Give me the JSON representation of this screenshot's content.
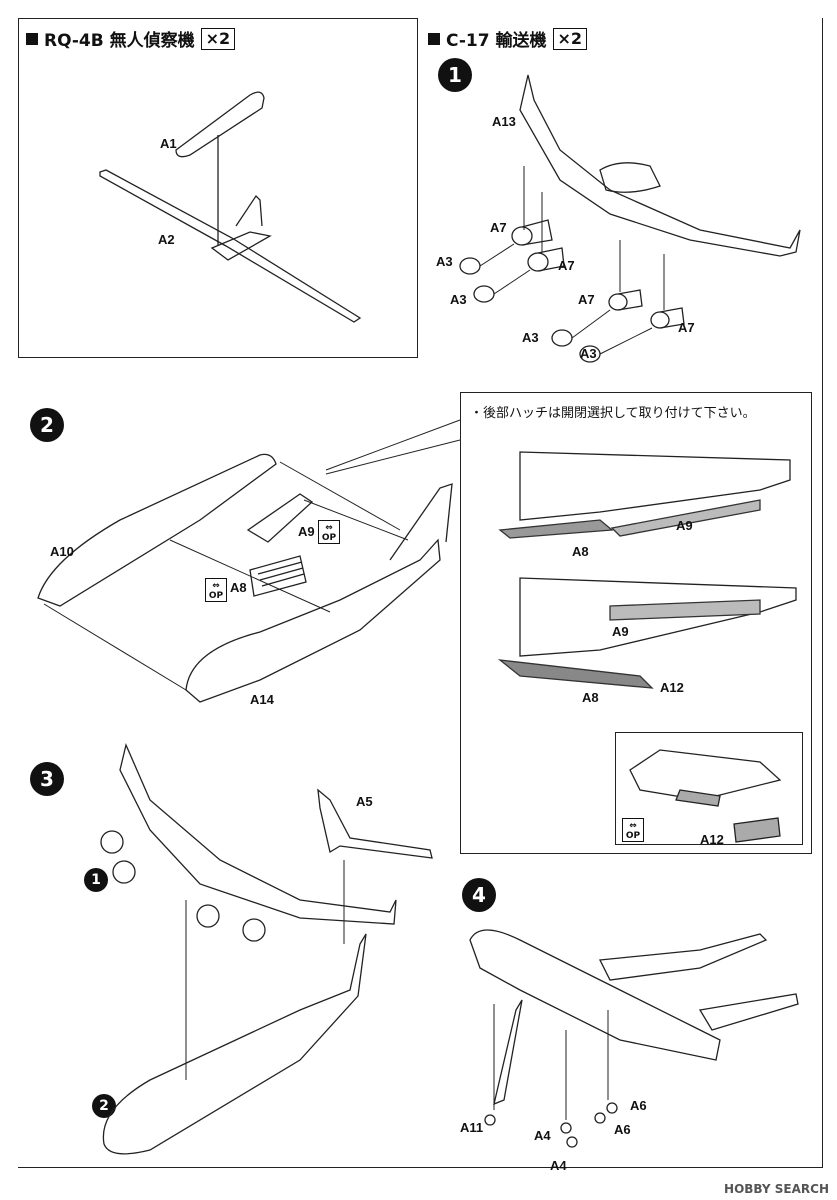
{
  "sections": {
    "rq4b": {
      "title": "RQ-4B 無人偵察機",
      "qty": "×2"
    },
    "c17": {
      "title": "C-17 輸送機",
      "qty": "×2"
    }
  },
  "steps": {
    "s1": "1",
    "s2": "2",
    "s3": "3",
    "s4": "4",
    "ref1": "1",
    "ref2": "2"
  },
  "parts": {
    "A1": "A1",
    "A2": "A2",
    "A3": "A3",
    "A4": "A4",
    "A5": "A5",
    "A6": "A6",
    "A7": "A7",
    "A8": "A8",
    "A9": "A9",
    "A10": "A10",
    "A11": "A11",
    "A12": "A12",
    "A13": "A13",
    "A14": "A14"
  },
  "op_badge": "OP",
  "note": "・後部ハッチは開閉選択して取り付けて下さい。",
  "watermark": "HOBBY SEARCH"
}
